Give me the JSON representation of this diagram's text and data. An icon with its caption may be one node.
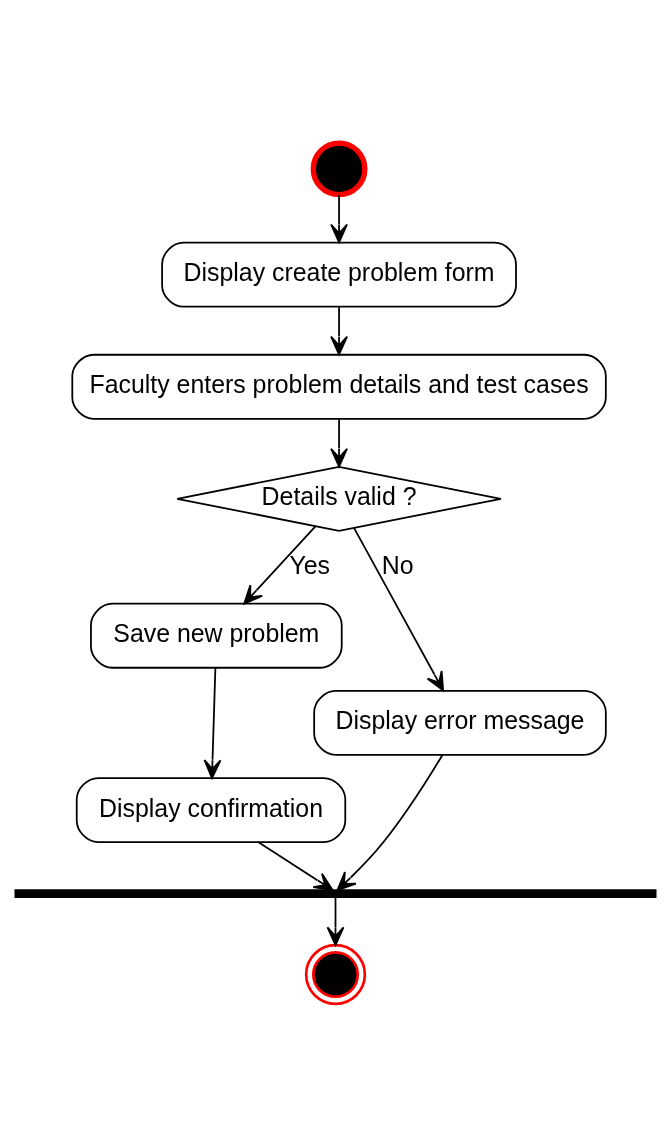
{
  "diagram": {
    "nodes": [
      {
        "text": [],
        "shape": "circle"
      },
      {
        "text": [
          "Display create problem form"
        ]
      },
      {
        "text": [
          "Faculty enters problem details and test cases"
        ]
      },
      {
        "text": [
          "Details valid ?"
        ]
      },
      {
        "text": [
          "Save new problem"
        ]
      },
      {
        "text": [
          "Display error message"
        ]
      },
      {
        "text": [
          "Display confirmation"
        ]
      },
      {
        "text": [],
        "shape": "bar"
      },
      {
        "text": [],
        "shape": "circle"
      }
    ],
    "edges": [
      {
        "from": 0,
        "to": 1,
        "arrow": "to"
      },
      {
        "from": 1,
        "to": 2,
        "arrow": "to"
      },
      {
        "from": 2,
        "to": 3,
        "arrow": "to"
      },
      {
        "from": 3,
        "to": 4,
        "label": "Yes",
        "arrow": "to"
      },
      {
        "from": 3,
        "to": 5,
        "label": "No",
        "arrow": "to"
      },
      {
        "from": 4,
        "to": 6,
        "arrow": "to"
      },
      {
        "from": 6,
        "to": 7,
        "arrow": "to"
      },
      {
        "from": 5,
        "to": 7,
        "arrow": "to"
      },
      {
        "from": 7,
        "to": 8,
        "arrow": "to"
      }
    ]
  }
}
